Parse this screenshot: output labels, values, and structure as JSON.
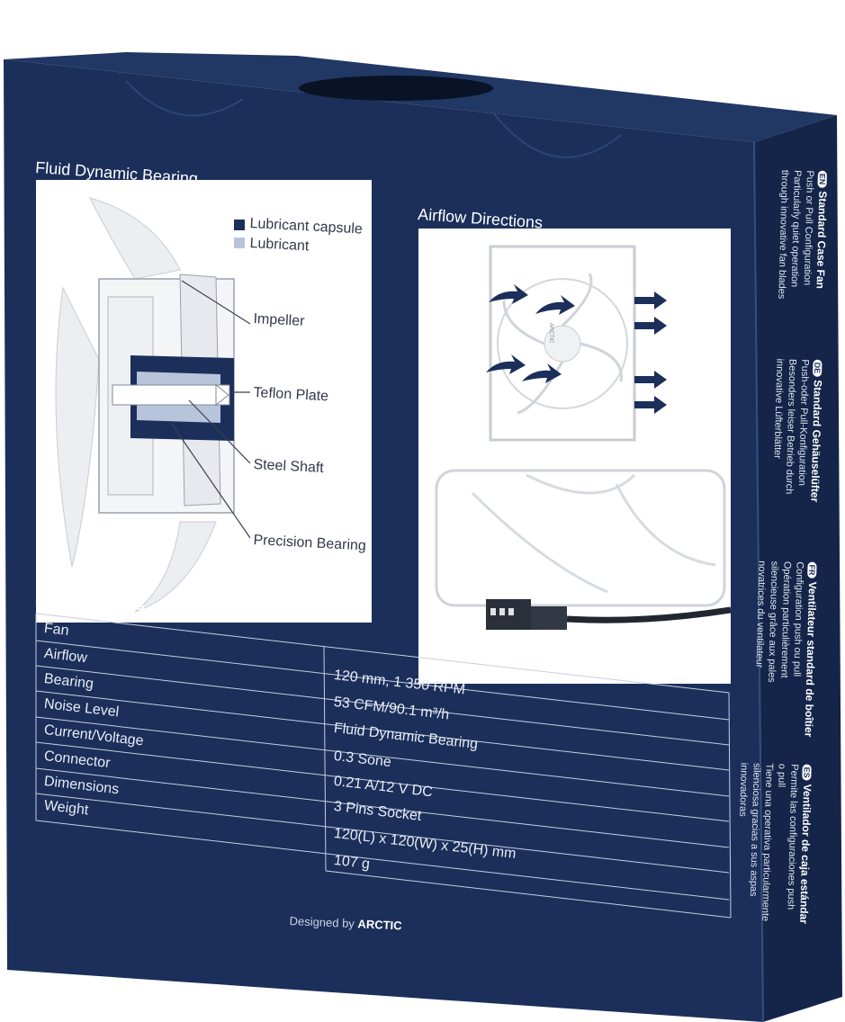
{
  "colors": {
    "navy": "#1b2f5a",
    "navy_side": "#142549",
    "light_blue": "#b8c3dc",
    "white": "#ffffff"
  },
  "fdb": {
    "title": "Fluid Dynamic Bearing",
    "legend": [
      {
        "label": "Lubricant capsule",
        "color": "#1b2f5a"
      },
      {
        "label": "Lubricant",
        "color": "#b8c3dc"
      }
    ],
    "callouts": [
      "Impeller",
      "Teflon Plate",
      "Steel Shaft",
      "Precision Bearing"
    ]
  },
  "airflow": {
    "title": "Airflow Directions",
    "fan_brand": "ARCTIC"
  },
  "plug": {
    "title": "3 Pins Plug"
  },
  "specs": {
    "title": "Specifications",
    "labels": [
      "Fan",
      "Airflow",
      "Bearing",
      "Noise Level",
      "Current/Voltage",
      "Connector",
      "Dimensions",
      "Weight"
    ],
    "values": [
      "120 mm, 1 350 RPM",
      "53 CFM/90.1 m³/h",
      "Fluid Dynamic Bearing",
      "0.3 Sone",
      "0.21 A/12 V DC",
      "3 Pins Socket",
      "120(L) x 120(W) x 25(H) mm",
      "107 g"
    ]
  },
  "side": [
    {
      "lang": "EN",
      "head": "Standard Case Fan",
      "lines": [
        "Push or Pull Configuration",
        "Particularly quiet operation",
        "through innovative fan blades"
      ]
    },
    {
      "lang": "DE",
      "head": "Standard Gehäuselüfter",
      "lines": [
        "Push-oder Pull-Konfiguration",
        "Besonders leiser Betrieb durch",
        "innovative Lüfterblätter"
      ]
    },
    {
      "lang": "FR",
      "head": "Ventilateur standard de boîtier",
      "lines": [
        "Configuration push ou pull",
        "Opération particulièrement",
        "silencieuse grâce aux pales",
        "novatrices du ventilateur"
      ]
    },
    {
      "lang": "ES",
      "head": "Ventilador de caja estándar",
      "lines": [
        "Permite las configuraciones push",
        "o pull",
        "Tiene una operativa particularmente",
        "silenciosa gracias a sus aspas",
        "innovadoras"
      ]
    }
  ],
  "footer": {
    "prefix": "Designed by",
    "brand": "ARCTIC"
  }
}
